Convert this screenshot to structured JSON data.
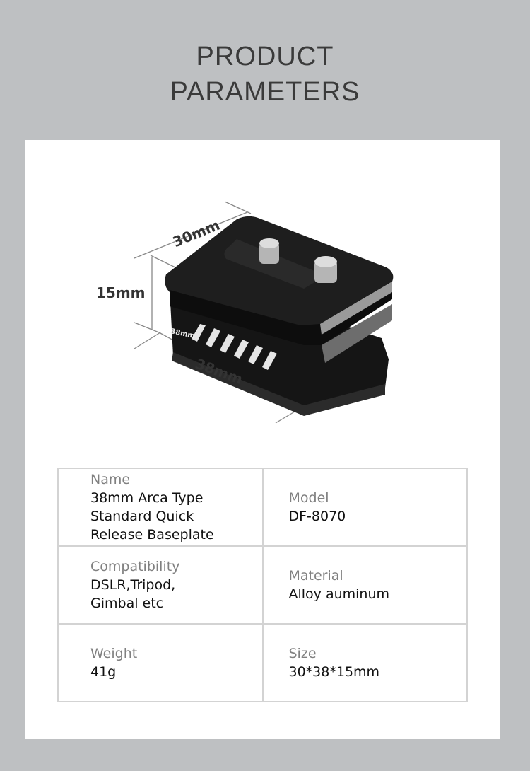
{
  "title": {
    "line1": "PRODUCT",
    "line2": "PARAMETERS"
  },
  "dimensions": {
    "width": "30mm",
    "height": "15mm",
    "length": "38mm",
    "engraving": "38mm"
  },
  "parameters": [
    {
      "label": "Name",
      "value": "38mm Arca Type\nStandard Quick\nRelease Baseplate"
    },
    {
      "label": "Model",
      "value": "DF-8070"
    },
    {
      "label": "Compatibility",
      "value": "DSLR,Tripod,\nGimbal etc"
    },
    {
      "label": "Material",
      "value": "Alloy auminum"
    },
    {
      "label": "Weight",
      "value": "41g"
    },
    {
      "label": "Size",
      "value": "30*38*15mm"
    }
  ],
  "colors": {
    "background": "#bec0c2",
    "card": "#ffffff",
    "border": "#d3d3d3",
    "label": "#808080"
  }
}
